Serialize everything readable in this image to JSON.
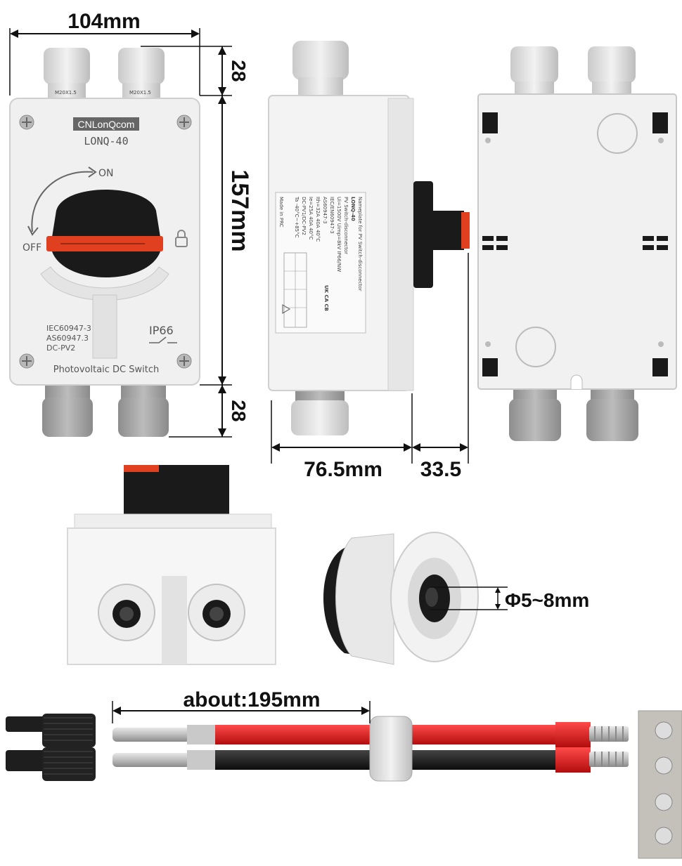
{
  "dimensions": {
    "width": "104mm",
    "top_gland": "28",
    "height": "157mm",
    "bottom_gland": "28",
    "depth": "76.5mm",
    "knob_depth": "33.5",
    "cable_diameter": "Φ5~8mm",
    "cable_length": "about:195mm"
  },
  "front_panel": {
    "brand": "CNLonQcom",
    "model": "LONQ-40",
    "on_label": "ON",
    "off_label": "OFF",
    "standards": [
      "IEC60947-3",
      "AS60947.3",
      "DC-PV2"
    ],
    "ip_rating": "IP66",
    "caption": "Photovoltaic DC Switch"
  },
  "side_label": {
    "lines": [
      "Nameplate for PV Switch-disconnector",
      "LONQ-40",
      "PV Switch-disconnector",
      "Ui=1500V  Uimp=8kV  IP66/NW",
      "IEC/EN60947-3",
      "AS60947-3",
      "Ith=32A  40A  40°C",
      "Ie=25A  40A  40°C",
      "DC-PV1/DC-PV2",
      "Ta -40°C~+85°C",
      "Made in PRC"
    ]
  },
  "colors": {
    "housing": "#f2f2f2",
    "knob": "#1a1a1a",
    "accent_red": "#e0401f",
    "cable_red": "#e02020",
    "cable_black": "#1a1a1a"
  }
}
